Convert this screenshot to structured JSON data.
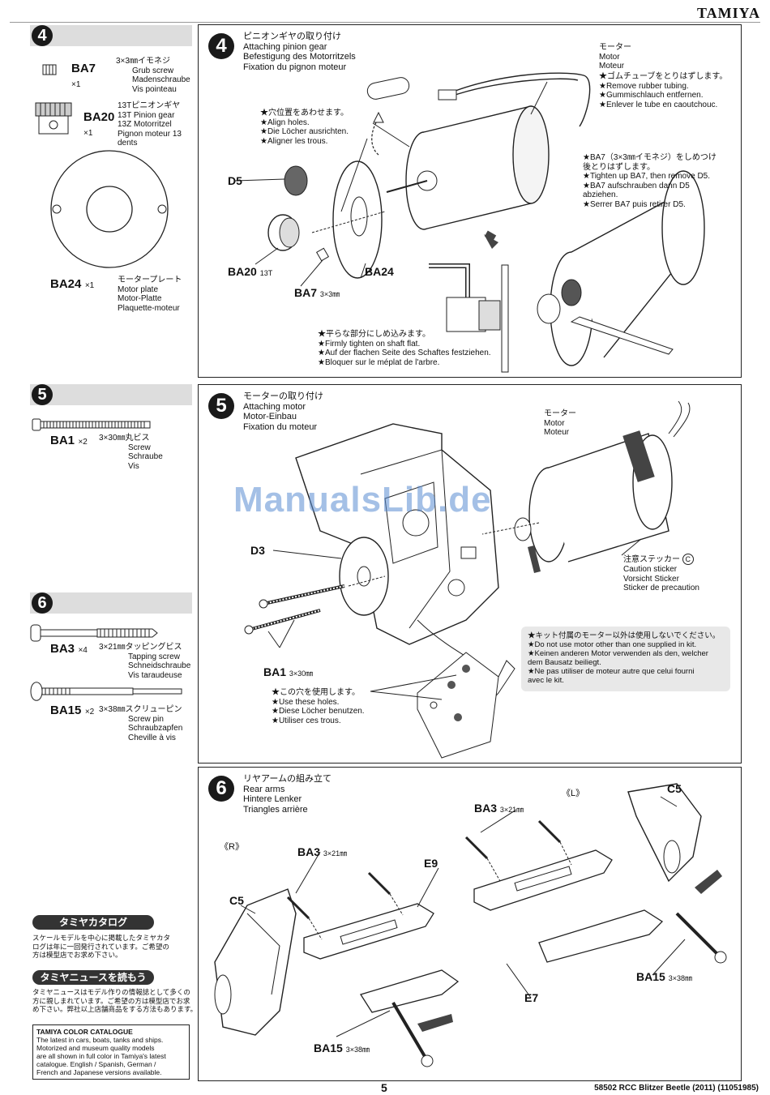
{
  "brand": "TAMIYA",
  "page_number": "5",
  "footer_code": "58502 RCC Blitzer Beetle (2011) (11051985)",
  "watermark": "ManualsLib.de",
  "sidebar": {
    "step4": {
      "number": "4",
      "parts": [
        {
          "code": "BA7",
          "qty": "×1",
          "lines": [
            "3×3㎜イモネジ",
            "Grub screw",
            "Madenschraube",
            "Vis pointeau"
          ]
        },
        {
          "code": "BA20",
          "qty": "×1",
          "lines": [
            "13Tピニオンギヤ",
            "13T Pinion gear",
            "13Z Motorritzel",
            "Pignon moteur 13",
            "dents"
          ]
        },
        {
          "code": "BA24",
          "qty": "×1",
          "lines": [
            "モータープレート",
            "Motor plate",
            "Motor-Platte",
            "Plaquette-moteur"
          ]
        }
      ]
    },
    "step5": {
      "number": "5",
      "parts": [
        {
          "code": "BA1",
          "qty": "×2",
          "lines": [
            "3×30㎜丸ビス",
            "Screw",
            "Schraube",
            "Vis"
          ]
        }
      ]
    },
    "step6": {
      "number": "6",
      "parts": [
        {
          "code": "BA3",
          "qty": "×4",
          "lines": [
            "3×21㎜タッピングビス",
            "Tapping screw",
            "Schneidschraube",
            "Vis taraudeuse"
          ]
        },
        {
          "code": "BA15",
          "qty": "×2",
          "lines": [
            "3×38㎜スクリューピン",
            "Screw pin",
            "Schraubzapfen",
            "Cheville à vis"
          ]
        }
      ]
    },
    "catalog": {
      "title_jp": "タミヤカタログ",
      "text_jp": [
        "スケールモデルを中心に掲載したタミヤカタ",
        "ログは年に一回発行されています。ご希望の",
        "方は模型店でお求め下さい。"
      ],
      "news_title": "タミヤニュースを読もう",
      "news_text": [
        "タミヤニュースはモデル作りの情報誌として多くの",
        "方に親しまれています。ご希望の方は模型店でお求",
        "め下さい。弊社以上店舗商品をする方法もあります。"
      ],
      "box_title": "TAMIYA COLOR CATALOGUE",
      "box_lines": [
        "The latest in cars, boats, tanks and ships.",
        "Motorized and museum quality models",
        "are all shown in full color in Tamiya's latest",
        "catalogue. English / Spanish, German /",
        "French and Japanese versions available."
      ]
    }
  },
  "panel4": {
    "number": "4",
    "title": [
      "ピニオンギヤの取り付け",
      "Attaching pinion gear",
      "Befestigung des Motorritzels",
      "Fixation du pignon moteur"
    ],
    "motor_label": [
      "モーター",
      "Motor",
      "Moteur"
    ],
    "tube_note": [
      "★ゴムチューブをとりはずします。",
      "★Remove rubber tubing.",
      "★Gummischlauch entfernen.",
      "★Enlever le tube en caoutchouc."
    ],
    "align_note": [
      "★穴位置をあわせます。",
      "★Align holes.",
      "★Die Löcher ausrichten.",
      "★Aligner les trous."
    ],
    "tighten_note": [
      "★BA7（3×3㎜イモネジ）をしめつけ",
      "後とりはずします。",
      "★Tighten up BA7, then remove D5.",
      "★BA7   aufschrauben   dann   D5",
      "abziehen.",
      "★Serrer BA7 puis retirer D5."
    ],
    "flat_note": [
      "★平らな部分にしめ込みます。",
      "★Firmly tighten on shaft flat.",
      "★Auf der flachen Seite des Schaftes festziehen.",
      "★Bloquer sur le méplat de l'arbre."
    ],
    "labels": {
      "d5": "D5",
      "ba20": "BA20",
      "ba20_size": "13T",
      "ba24": "BA24",
      "ba7": "BA7",
      "ba7_size": "3×3㎜"
    }
  },
  "panel5": {
    "number": "5",
    "title": [
      "モーターの取り付け",
      "Attaching motor",
      "Motor-Einbau",
      "Fixation du moteur"
    ],
    "motor_label": [
      "モーター",
      "Motor",
      "Moteur"
    ],
    "sticker": [
      "注意ステッカー",
      "Caution sticker",
      "Vorsicht Sticker",
      "Sticker de precaution"
    ],
    "sticker_badge": "C",
    "holes_note": [
      "★この穴を使用します。",
      "★Use these holes.",
      "★Diese Löcher benutzen.",
      "★Utiliser ces trous."
    ],
    "warning": [
      "★キット付属のモーター以外は使用しないでください。",
      "★Do not use motor other than one supplied in kit.",
      "★Keinen anderen Motor verwenden als den, welcher",
      "dem Bausatz beiliegt.",
      "★Ne pas utiliser de moteur autre que celui fourni",
      "avec le kit."
    ],
    "labels": {
      "d3": "D3",
      "ba1": "BA1",
      "ba1_size": "3×30㎜"
    }
  },
  "panel6": {
    "number": "6",
    "title": [
      "リヤアームの組み立て",
      "Rear arms",
      "Hintere Lenker",
      "Triangles arrière"
    ],
    "labels": {
      "left": "《L》",
      "right": "《R》",
      "c5a": "C5",
      "c5b": "C5",
      "ba3a": "BA3",
      "ba3b": "BA3",
      "ba3_size": "3×21㎜",
      "e9": "E9",
      "e7": "E7",
      "ba15a": "BA15",
      "ba15b": "BA15",
      "ba15_size": "3×38㎜"
    }
  }
}
